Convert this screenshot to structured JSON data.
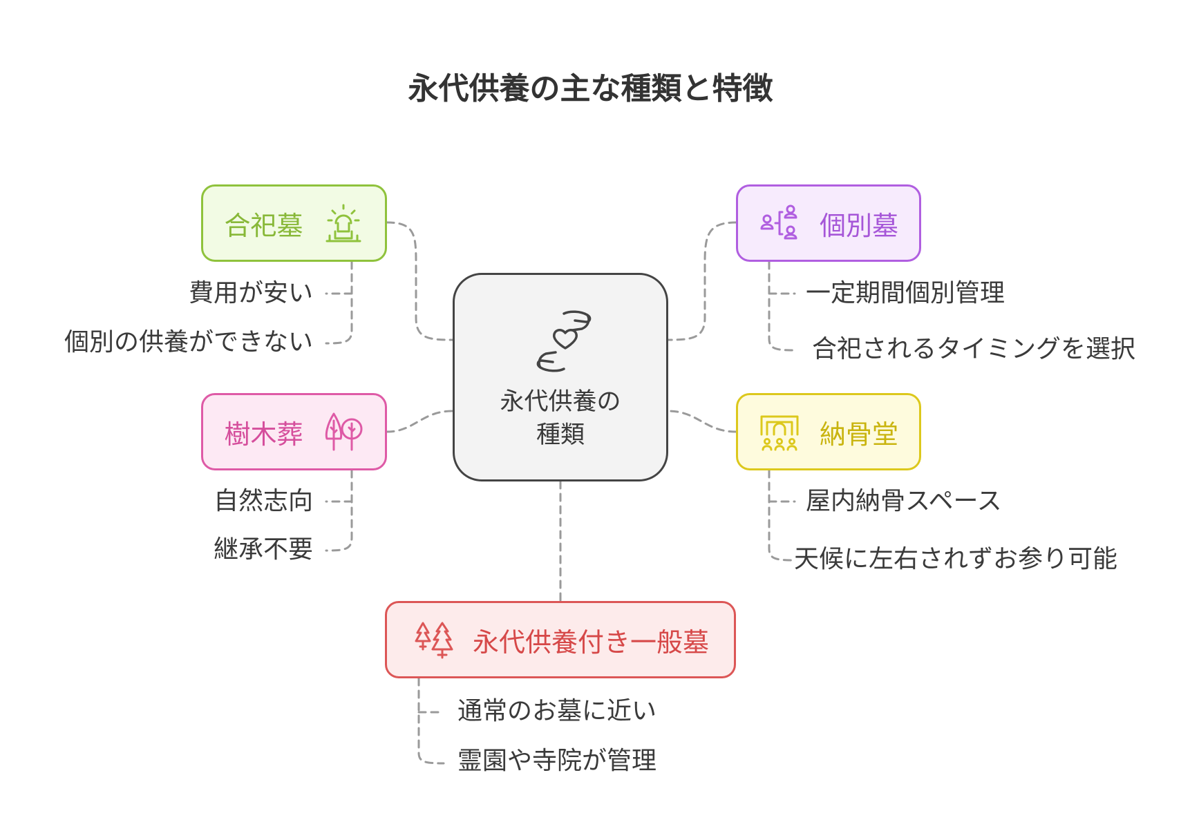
{
  "title": "永代供養の主な種類と特徴",
  "center": {
    "line1": "永代供養の",
    "line2": "種類"
  },
  "colors": {
    "green": "#8fc23c",
    "purple": "#b05ee0",
    "pink": "#de5aa6",
    "yellow": "#dcc81c",
    "red": "#dc5656",
    "connector": "#9a9a9a"
  },
  "nodes": {
    "goushi": {
      "label": "合祀墓",
      "icon": "temple-sun-icon",
      "items": [
        "費用が安い",
        "個別の供養ができない"
      ]
    },
    "kobetsu": {
      "label": "個別墓",
      "icon": "people-org-icon",
      "items": [
        "一定期間個別管理",
        "合祀されるタイミングを選択"
      ]
    },
    "jumoku": {
      "label": "樹木葬",
      "icon": "trees-icon",
      "items": [
        "自然志向",
        "継承不要"
      ]
    },
    "noukotsu": {
      "label": "納骨堂",
      "icon": "columbarium-icon",
      "items": [
        "屋内納骨スペース",
        "天候に左右されずお参り可能"
      ]
    },
    "ippan": {
      "label": "永代供養付き一般墓",
      "icon": "pine-trees-icon",
      "items": [
        "通常のお墓に近い",
        "霊園や寺院が管理"
      ]
    }
  }
}
